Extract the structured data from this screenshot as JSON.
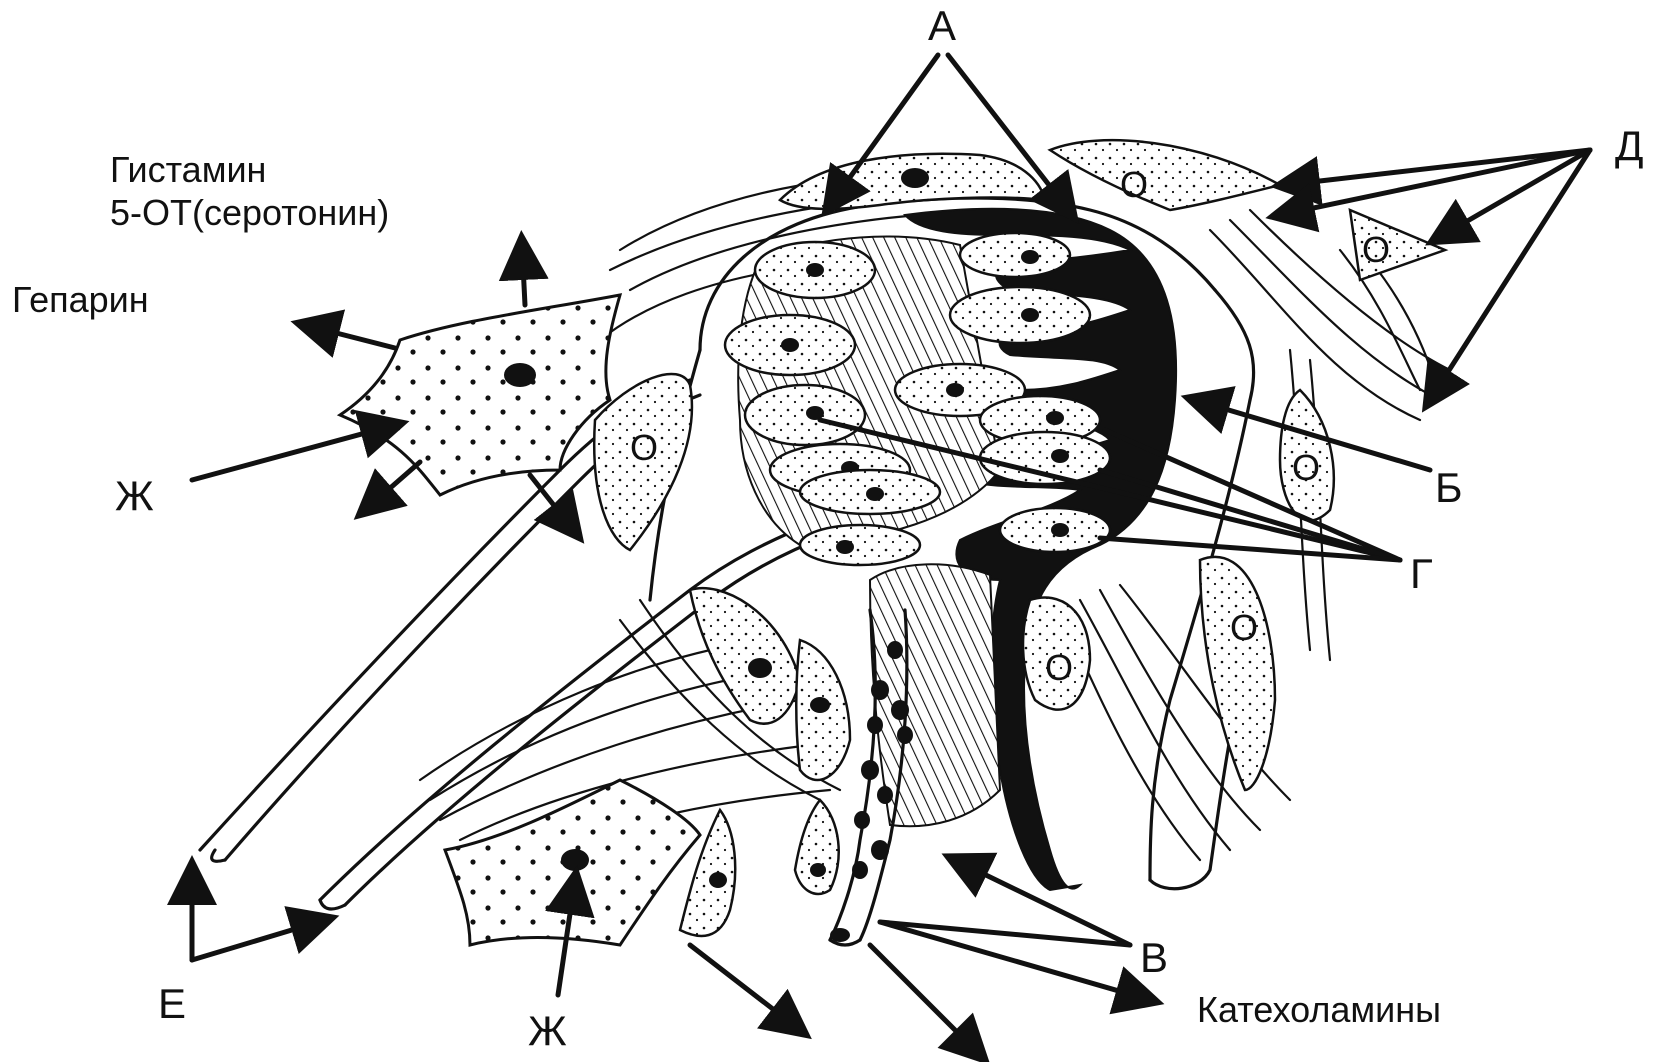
{
  "labels": {
    "A": "А",
    "B": "Б",
    "V": "В",
    "G": "Г",
    "D": "Д",
    "E": "Е",
    "Zh_left": "Ж",
    "Zh_bottom": "Ж",
    "histamine": "Гистамин",
    "serotonin": "5-ОТ(серотонин)",
    "heparin": "Гепарин",
    "catecholamines": "Катехоламины"
  },
  "cell_marks": {
    "o_mark": "О"
  }
}
